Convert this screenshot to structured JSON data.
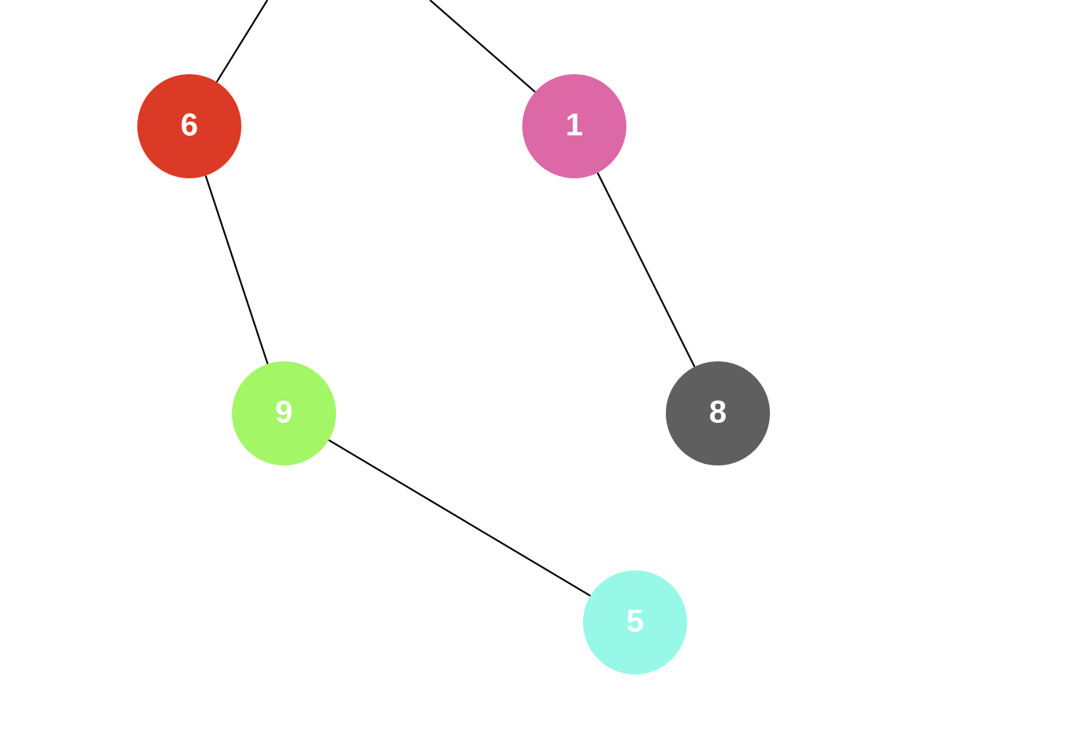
{
  "diagram": {
    "type": "tree",
    "nodes": [
      {
        "id": "n6",
        "label": "6",
        "color": "#db3b26"
      },
      {
        "id": "n1",
        "label": "1",
        "color": "#dc69a6"
      },
      {
        "id": "n9",
        "label": "9",
        "color": "#a3f666"
      },
      {
        "id": "n8",
        "label": "8",
        "color": "#5f5f5f"
      },
      {
        "id": "n5",
        "label": "5",
        "color": "#98f8e7"
      }
    ],
    "edges": [
      {
        "from": "offscreen-parent",
        "to": "n6"
      },
      {
        "from": "offscreen-parent",
        "to": "n1"
      },
      {
        "from": "n6",
        "to": "n9"
      },
      {
        "from": "n1",
        "to": "n8"
      },
      {
        "from": "n9",
        "to": "n5"
      }
    ],
    "edge_color": "#000000",
    "label_color": "#ffffff"
  }
}
